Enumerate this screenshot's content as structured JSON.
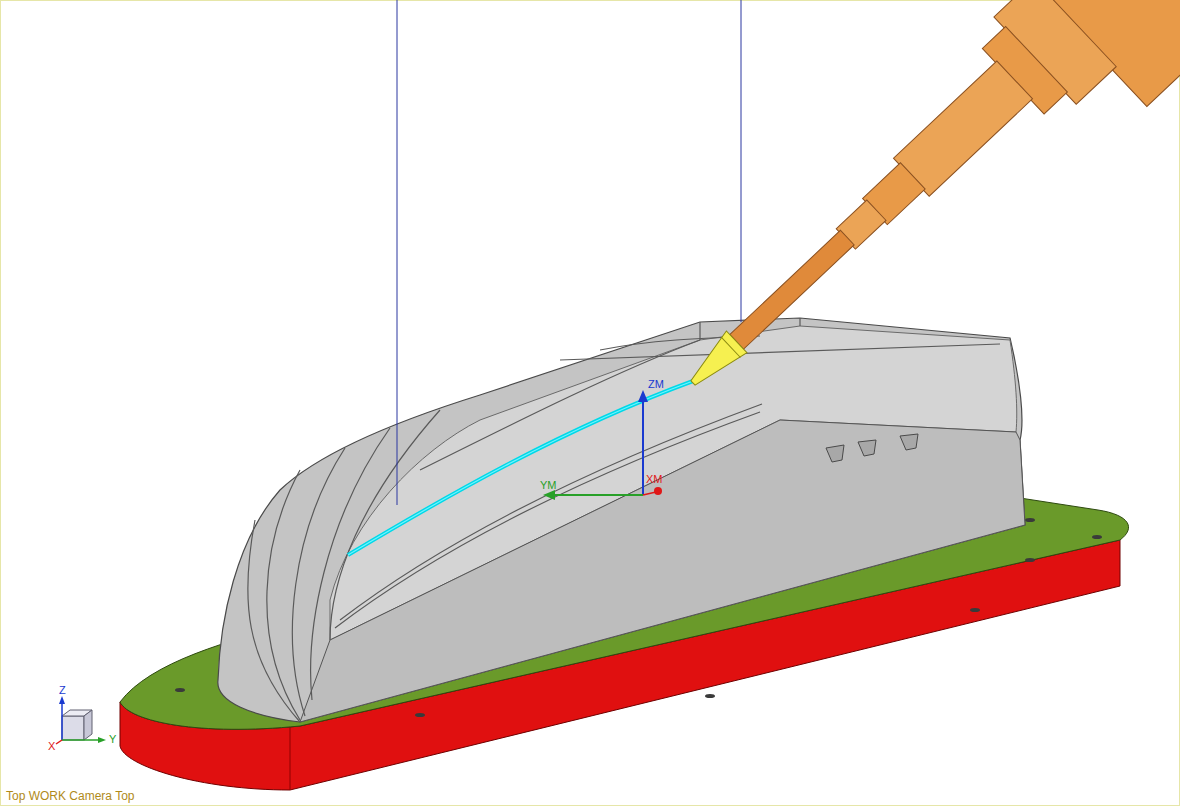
{
  "diagram": {
    "labels": [
      "ZM",
      "YM",
      "XM",
      "Z",
      "X",
      "Y",
      "Top WORK Camera Top"
    ]
  }
}
